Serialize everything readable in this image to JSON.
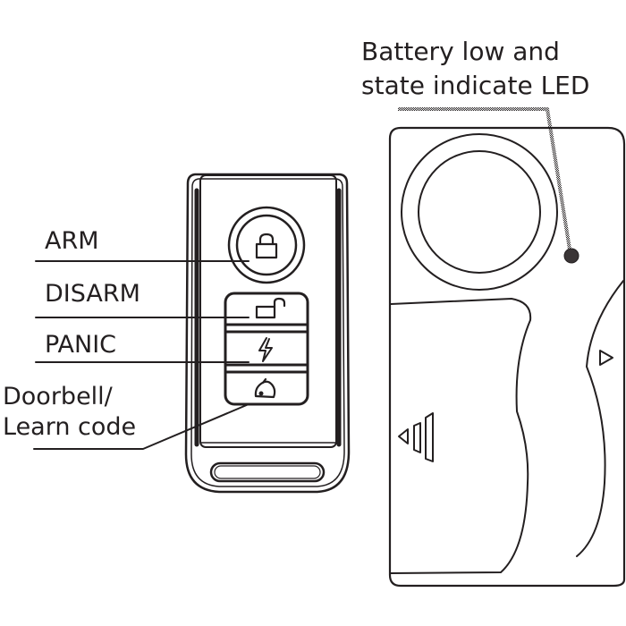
{
  "diagram": {
    "remote_buttons": [
      {
        "key": "arm",
        "label": "ARM",
        "icon": "lock-closed"
      },
      {
        "key": "disarm",
        "label": "DISARM",
        "icon": "lock-open"
      },
      {
        "key": "panic",
        "label": "PANIC",
        "icon": "lightning-bolt"
      },
      {
        "key": "doorbell",
        "label_line1": "Doorbell/",
        "label_line2": "Learn code",
        "icon": "bell"
      }
    ],
    "alarm_unit": {
      "led_label_line1": "Battery low and",
      "led_label_line2": "state indicate LED",
      "led_color": "#3a3536"
    },
    "colors": {
      "ink": "#231f20",
      "background": "#ffffff"
    }
  }
}
